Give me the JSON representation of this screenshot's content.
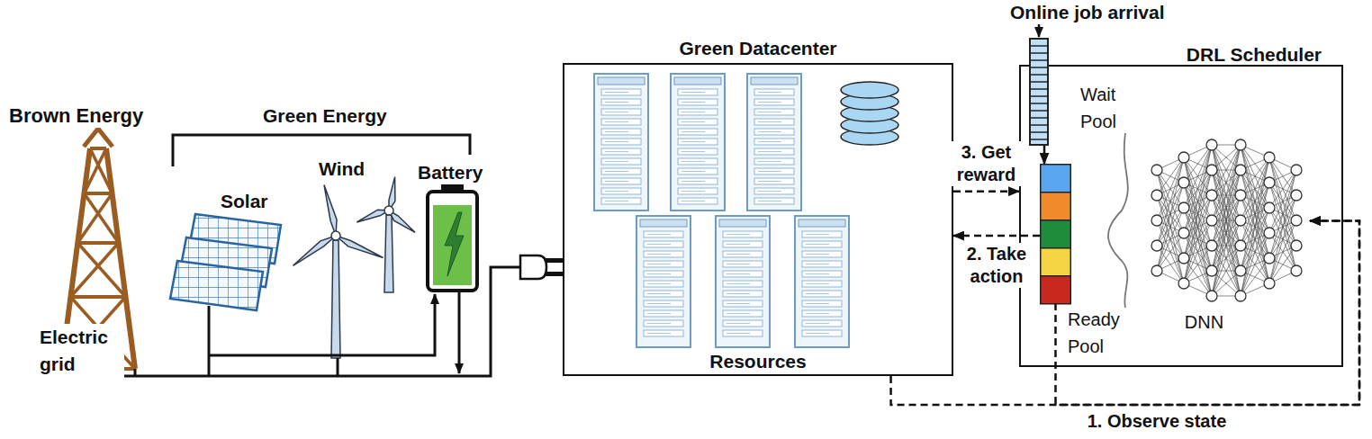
{
  "diagram": {
    "nodes": [
      {
        "text": [
          "Green Datacenter",
          "Resources"
        ]
      },
      {
        "text": [
          "DRL Scheduler"
        ]
      },
      {
        "text": [
          "Wait Pool"
        ],
        "in": 1
      },
      {
        "text": [
          "Ready Pool"
        ],
        "in": 1
      },
      {
        "text": [
          "DNN"
        ],
        "in": 1
      }
    ],
    "edges": [
      {
        "from": 0,
        "to": 1,
        "arrow": "to",
        "label": "3. Get reward"
      },
      {
        "from": 3,
        "to": 0,
        "arrow": "to",
        "label": "2. Take action"
      },
      {
        "from": 0,
        "to": 4,
        "arrow": "to",
        "label": "1. Observe state"
      },
      {
        "from": 3,
        "to": 4,
        "arrow": "to"
      },
      {
        "from": 2,
        "to": 3,
        "arrow": "to"
      }
    ],
    "labels": [
      "Brown Energy",
      "Green Energy",
      "Solar",
      "Wind",
      "Battery",
      "Electric grid",
      "Online job arrival"
    ]
  }
}
